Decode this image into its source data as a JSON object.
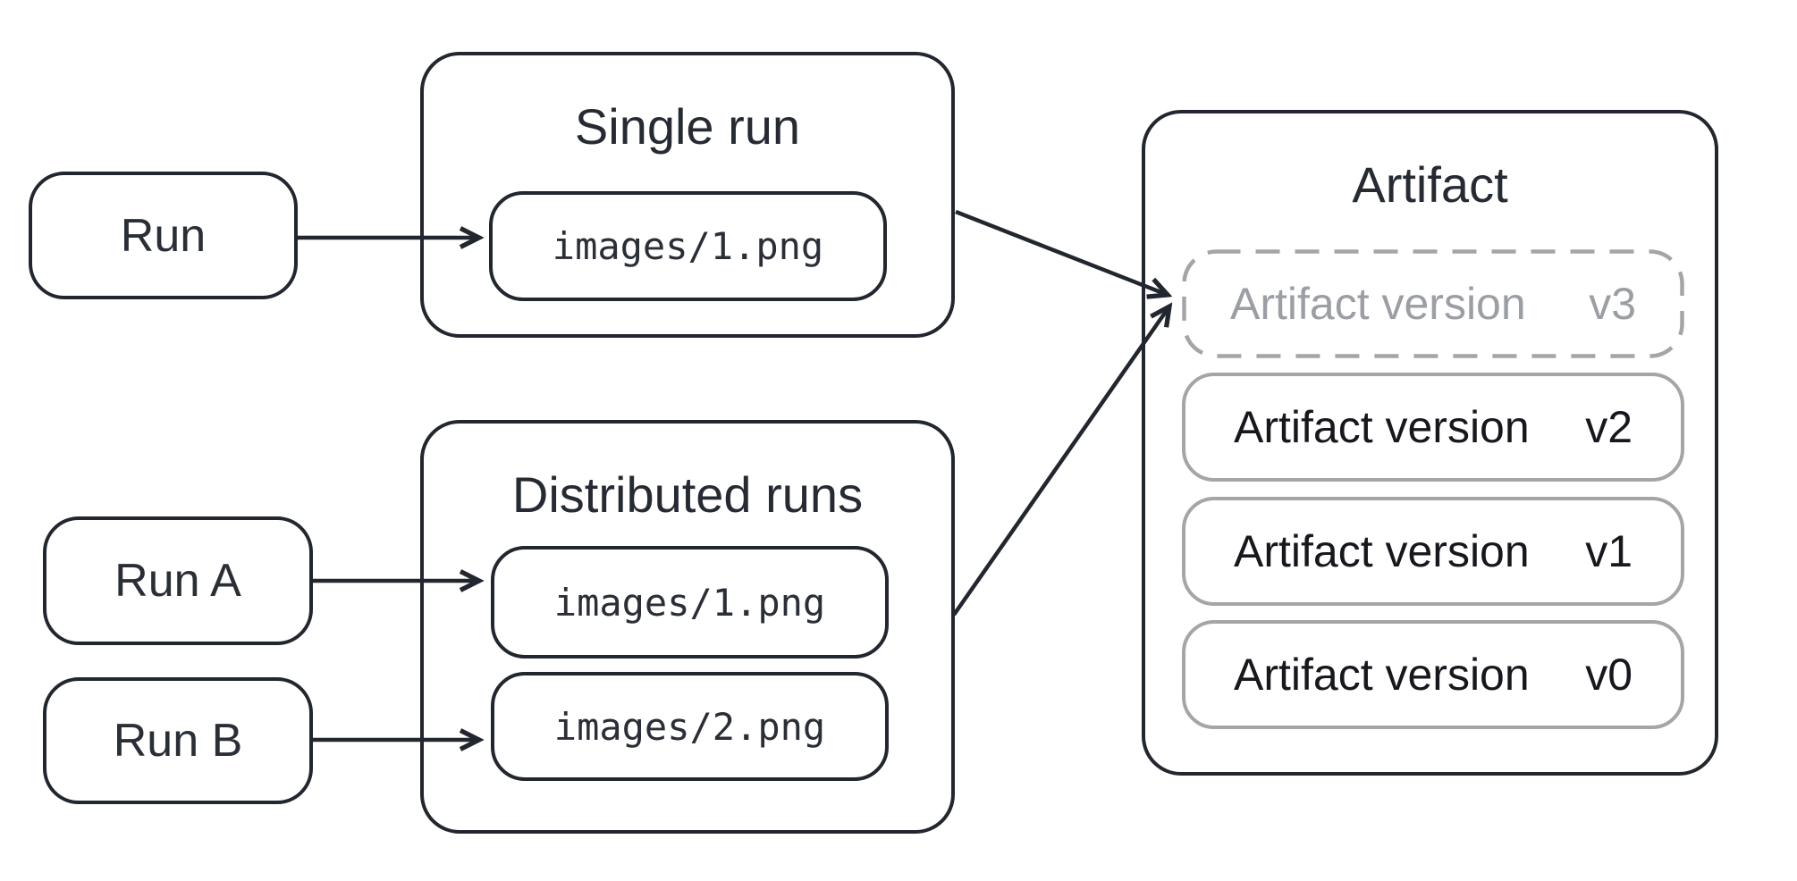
{
  "colors": {
    "ink": "#22262e",
    "gray_border": "#a5a5a5",
    "gray_text": "#9b9fa4",
    "background": "#ffffff"
  },
  "nodes": {
    "run": "Run",
    "run_a": "Run A",
    "run_b": "Run B"
  },
  "single_run": {
    "title": "Single run",
    "file": "images/1.png"
  },
  "distributed_runs": {
    "title": "Distributed runs",
    "file_a": "images/1.png",
    "file_b": "images/2.png"
  },
  "artifact": {
    "title": "Artifact",
    "versions": [
      {
        "label": "Artifact version",
        "version": "v3"
      },
      {
        "label": "Artifact version",
        "version": "v2"
      },
      {
        "label": "Artifact version",
        "version": "v1"
      },
      {
        "label": "Artifact version",
        "version": "v0"
      }
    ]
  },
  "edges": [
    {
      "from": "Run",
      "to": "Single run images/1.png"
    },
    {
      "from": "Run A",
      "to": "Distributed runs images/1.png"
    },
    {
      "from": "Run B",
      "to": "Distributed runs images/2.png"
    },
    {
      "from": "Single run",
      "to": "Artifact version v3"
    },
    {
      "from": "Distributed runs",
      "to": "Artifact version v3"
    }
  ]
}
